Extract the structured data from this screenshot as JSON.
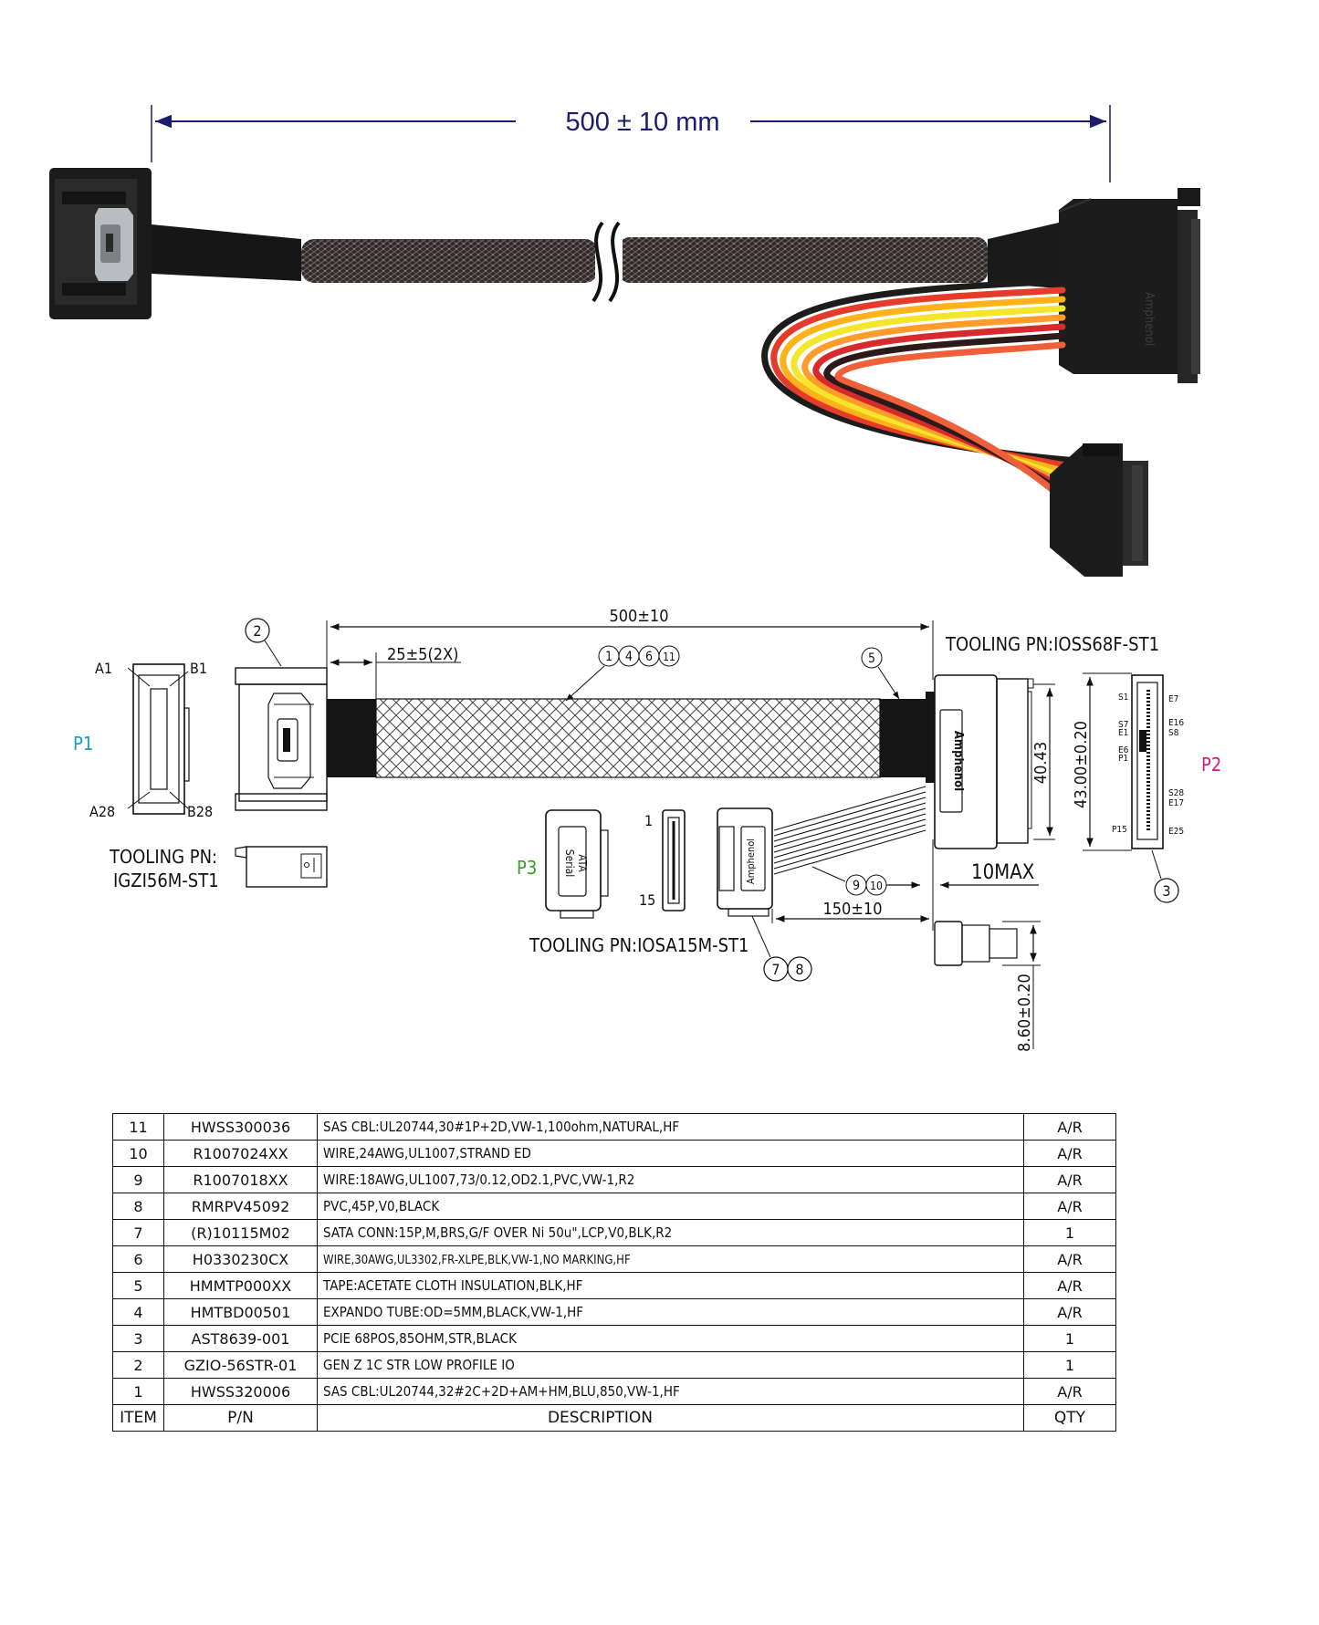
{
  "photo": {
    "length_label": "500 ± 10 mm",
    "brand_mark": "Amphenol"
  },
  "drawing": {
    "overall_length": "500±10",
    "tape_length": "25±5(2X)",
    "pigtail_length": "150±10",
    "max_offset": "10MAX",
    "p2_width": "40.43",
    "p2_height": "43.00±0.20",
    "p3_height": "8.60±0.20",
    "callouts": {
      "c1": "1",
      "c2": "2",
      "c3": "3",
      "c4": "4",
      "c5": "5",
      "c6": "6",
      "c7": "7",
      "c8": "8",
      "c9": "9",
      "c10": "10",
      "c11": "11"
    },
    "p1": {
      "label": "P1",
      "pins": {
        "a1": "A1",
        "b1": "B1",
        "a28": "A28",
        "b28": "B28"
      },
      "tooling_line1": "TOOLING PN:",
      "tooling_line2": "IGZI56M-ST1"
    },
    "p2": {
      "label": "P2",
      "tooling": "TOOLING PN:IOSS68F-ST1",
      "pins": {
        "s1": "S1",
        "e7": "E7",
        "s7": "S7",
        "e1": "E1",
        "e16": "E16",
        "s8": "S8",
        "e6": "E6",
        "p1": "P1",
        "s28": "S28",
        "e17": "E17",
        "p15": "P15",
        "e25": "E25"
      },
      "brand": "Amphenol"
    },
    "p3": {
      "label": "P3",
      "tooling": "TOOLING PN:IOSA15M-ST1",
      "face_line1": "Serial",
      "face_line2": "ATA",
      "pin_first": "1",
      "pin_last": "15",
      "brand": "Amphenol"
    },
    "colors": {
      "p1": "#1a9bbf",
      "p2": "#d4177f",
      "p3": "#3a9a2a",
      "photo_dim": "#1c1c6e"
    }
  },
  "bom": {
    "headers": {
      "item": "ITEM",
      "pn": "P/N",
      "description": "DESCRIPTION",
      "qty": "QTY"
    },
    "rows": [
      {
        "item": "11",
        "pn": "HWSS300036",
        "description": "SAS CBL:UL20744,30#1P+2D,VW-1,100ohm,NATURAL,HF",
        "qty": "A/R"
      },
      {
        "item": "10",
        "pn": "R1007024XX",
        "description": "WIRE,24AWG,UL1007,STRAND ED",
        "qty": "A/R"
      },
      {
        "item": "9",
        "pn": "R1007018XX",
        "description": "WIRE:18AWG,UL1007,73/0.12,OD2.1,PVC,VW-1,R2",
        "qty": "A/R"
      },
      {
        "item": "8",
        "pn": "RMRPV45092",
        "description": "PVC,45P,V0,BLACK",
        "qty": "A/R"
      },
      {
        "item": "7",
        "pn": "(R)10115M02",
        "description": "SATA CONN:15P,M,BRS,G/F OVER Ni 50u\",LCP,V0,BLK,R2",
        "qty": "1"
      },
      {
        "item": "6",
        "pn": "H0330230CX",
        "description": "WIRE,30AWG,UL3302,FR-XLPE,BLK,VW-1,NO MARKING,HF",
        "qty": "A/R"
      },
      {
        "item": "5",
        "pn": "HMMTP000XX",
        "description": "TAPE:ACETATE CLOTH INSULATION,BLK,HF",
        "qty": "A/R"
      },
      {
        "item": "4",
        "pn": "HMTBD00501",
        "description": "EXPANDO TUBE:OD=5MM,BLACK,VW-1,HF",
        "qty": "A/R"
      },
      {
        "item": "3",
        "pn": "AST8639-001",
        "description": "PCIE 68POS,85OHM,STR,BLACK",
        "qty": "1"
      },
      {
        "item": "2",
        "pn": "GZIO-56STR-01",
        "description": "GEN Z 1C STR LOW PROFILE IO",
        "qty": "1"
      },
      {
        "item": "1",
        "pn": "HWSS320006",
        "description": "SAS CBL:UL20744,32#2C+2D+AM+HM,BLU,850,VW-1,HF",
        "qty": "A/R"
      }
    ]
  }
}
